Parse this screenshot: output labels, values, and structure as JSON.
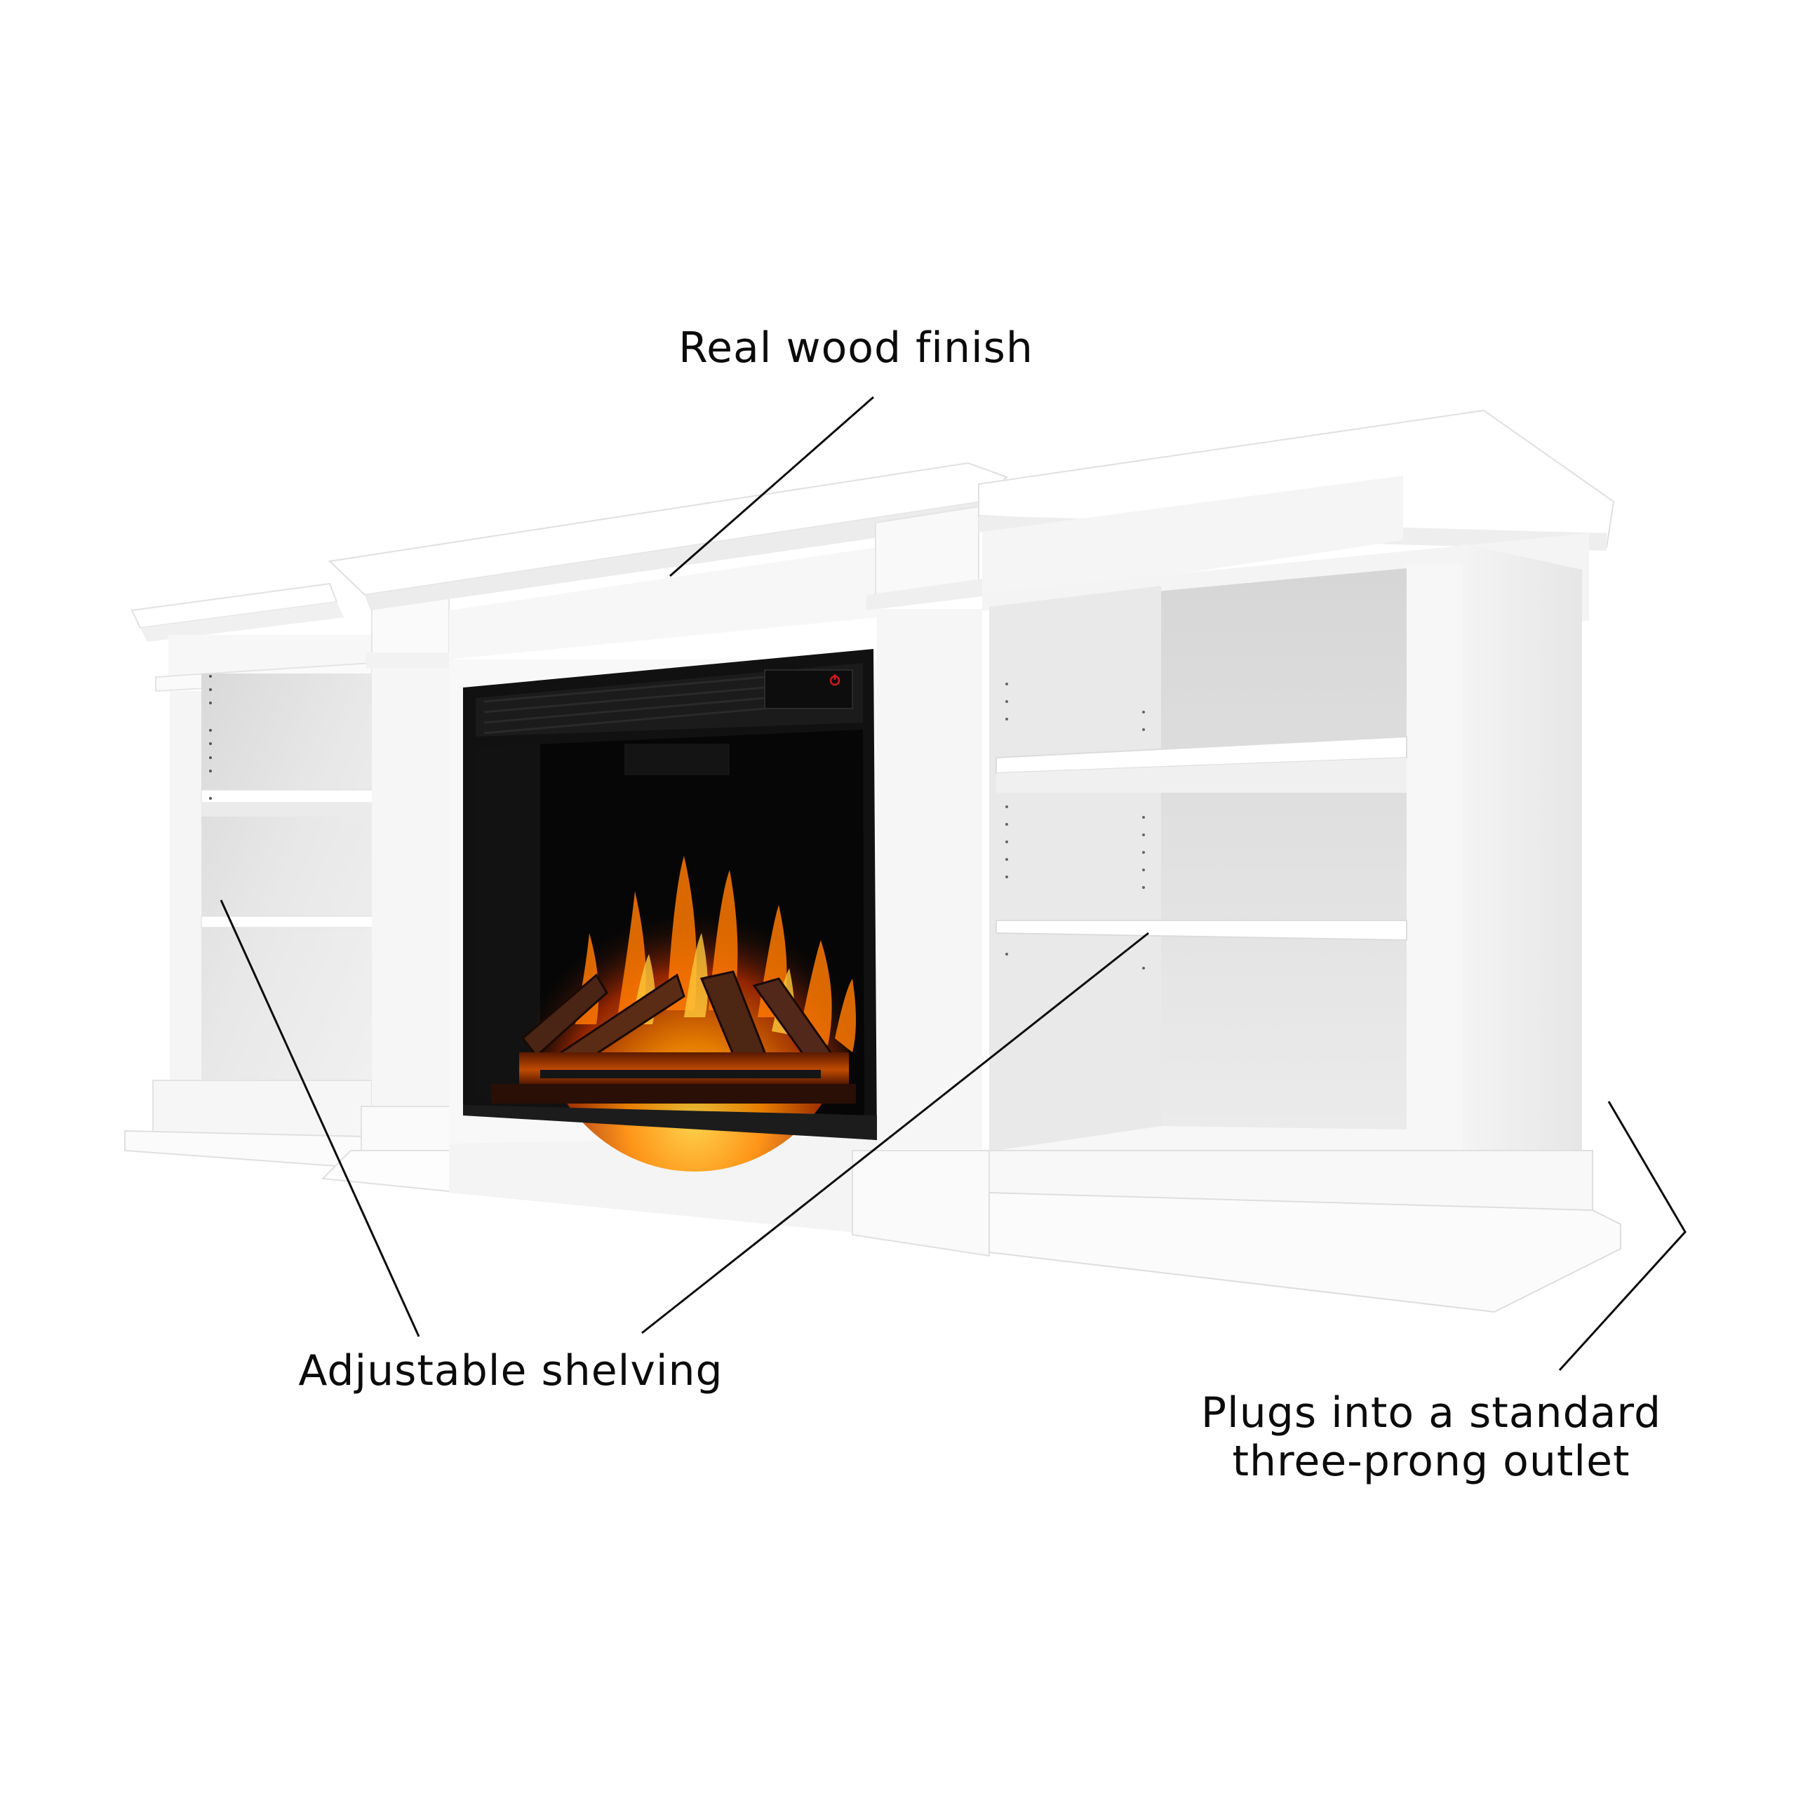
{
  "callouts": {
    "wood_finish": "Real wood finish",
    "shelving": "Adjustable shelving",
    "outlet_line1": "Plugs into a standard",
    "outlet_line2": "three-prong outlet"
  },
  "product": {
    "type": "media console with electric fireplace",
    "finish_color": "#ffffff",
    "firebox_color": "#0a0a0a",
    "flame_colors": [
      "#ff8a00",
      "#ffb200",
      "#d24600"
    ],
    "power_indicator_color": "#d01818"
  },
  "icons": {
    "power": "power-icon"
  }
}
